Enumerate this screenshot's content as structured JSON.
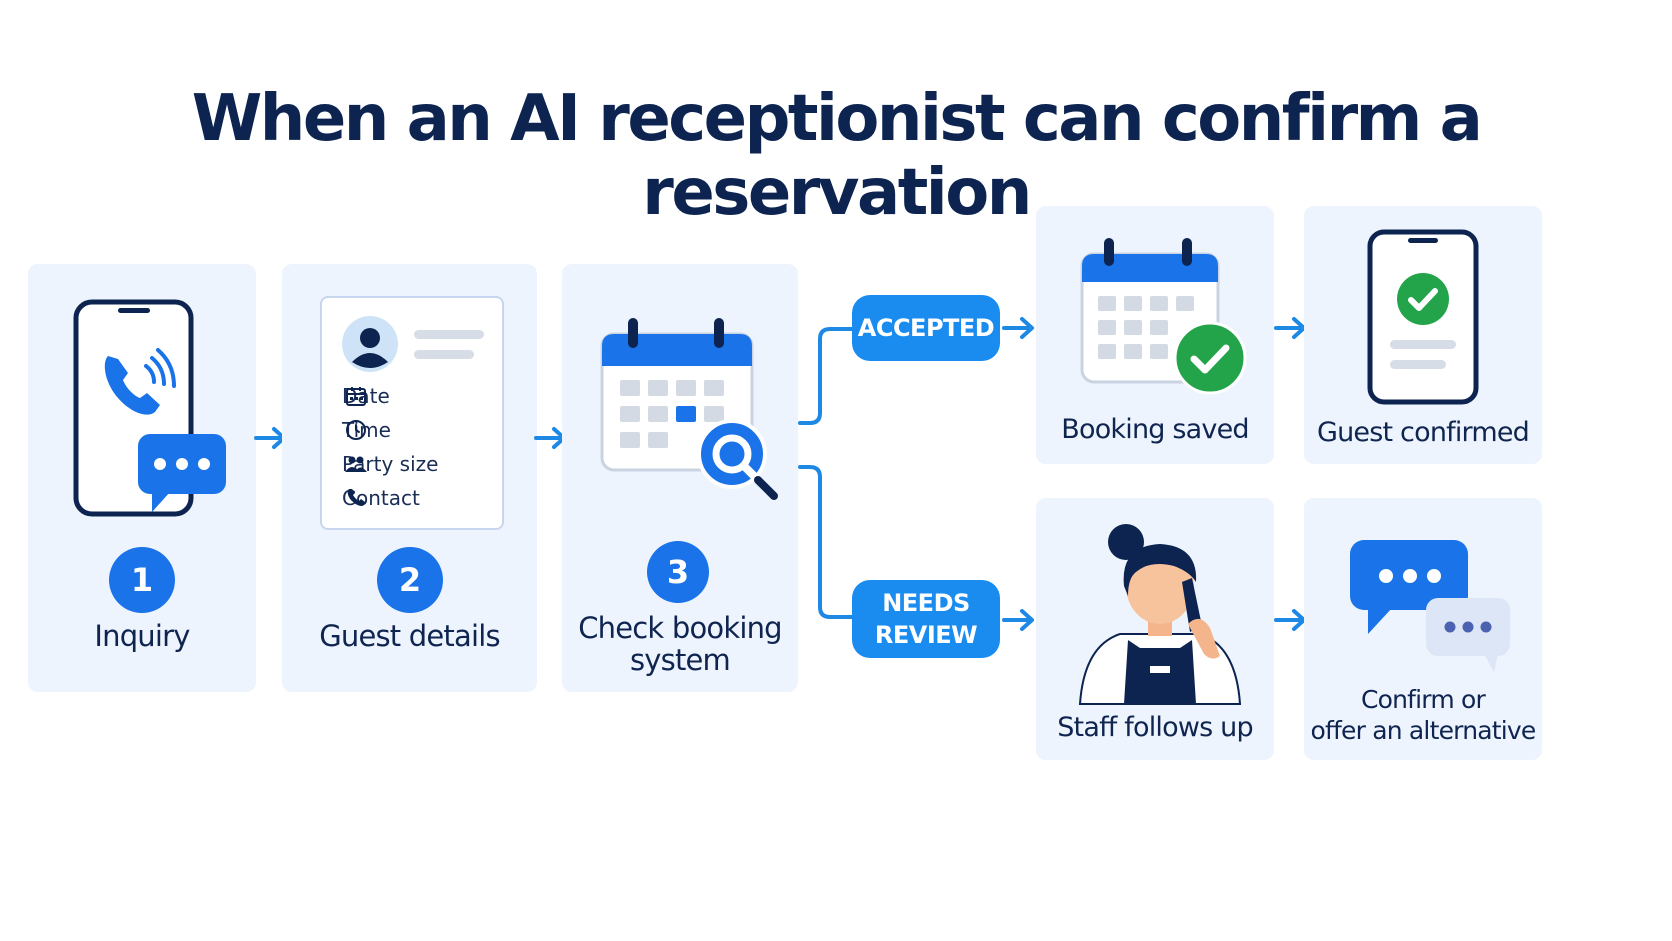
{
  "title": "When an AI receptionist can confirm a reservation",
  "colors": {
    "accent": "#1a73e8",
    "pill": "#1a8cf0",
    "success": "#23a44a",
    "card": "#edf4fd",
    "navy": "#0d2451"
  },
  "steps": [
    {
      "number": "1",
      "label": "Inquiry",
      "icons": [
        "phone-icon",
        "chat-bubble-icon"
      ]
    },
    {
      "number": "2",
      "label": "Guest details",
      "icons": [
        "avatar-icon"
      ]
    },
    {
      "number": "3",
      "label_line1": "Check booking",
      "label_line2": "system",
      "icons": [
        "calendar-icon",
        "search-icon"
      ]
    }
  ],
  "guest_fields": [
    {
      "label": "Date",
      "icon": "calendar-icon"
    },
    {
      "label": "Time",
      "icon": "clock-icon"
    },
    {
      "label": "Party size",
      "icon": "people-icon"
    },
    {
      "label": "Contact",
      "icon": "phone-icon"
    }
  ],
  "branches": {
    "accepted": {
      "pill": "ACCEPTED",
      "outcome": "Booking saved",
      "final": "Guest confirmed"
    },
    "review": {
      "pill_line1": "NEEDS",
      "pill_line2": "REVIEW",
      "outcome": "Staff follows up",
      "final_line1": "Confirm or",
      "final_line2": "offer an alternative"
    }
  }
}
